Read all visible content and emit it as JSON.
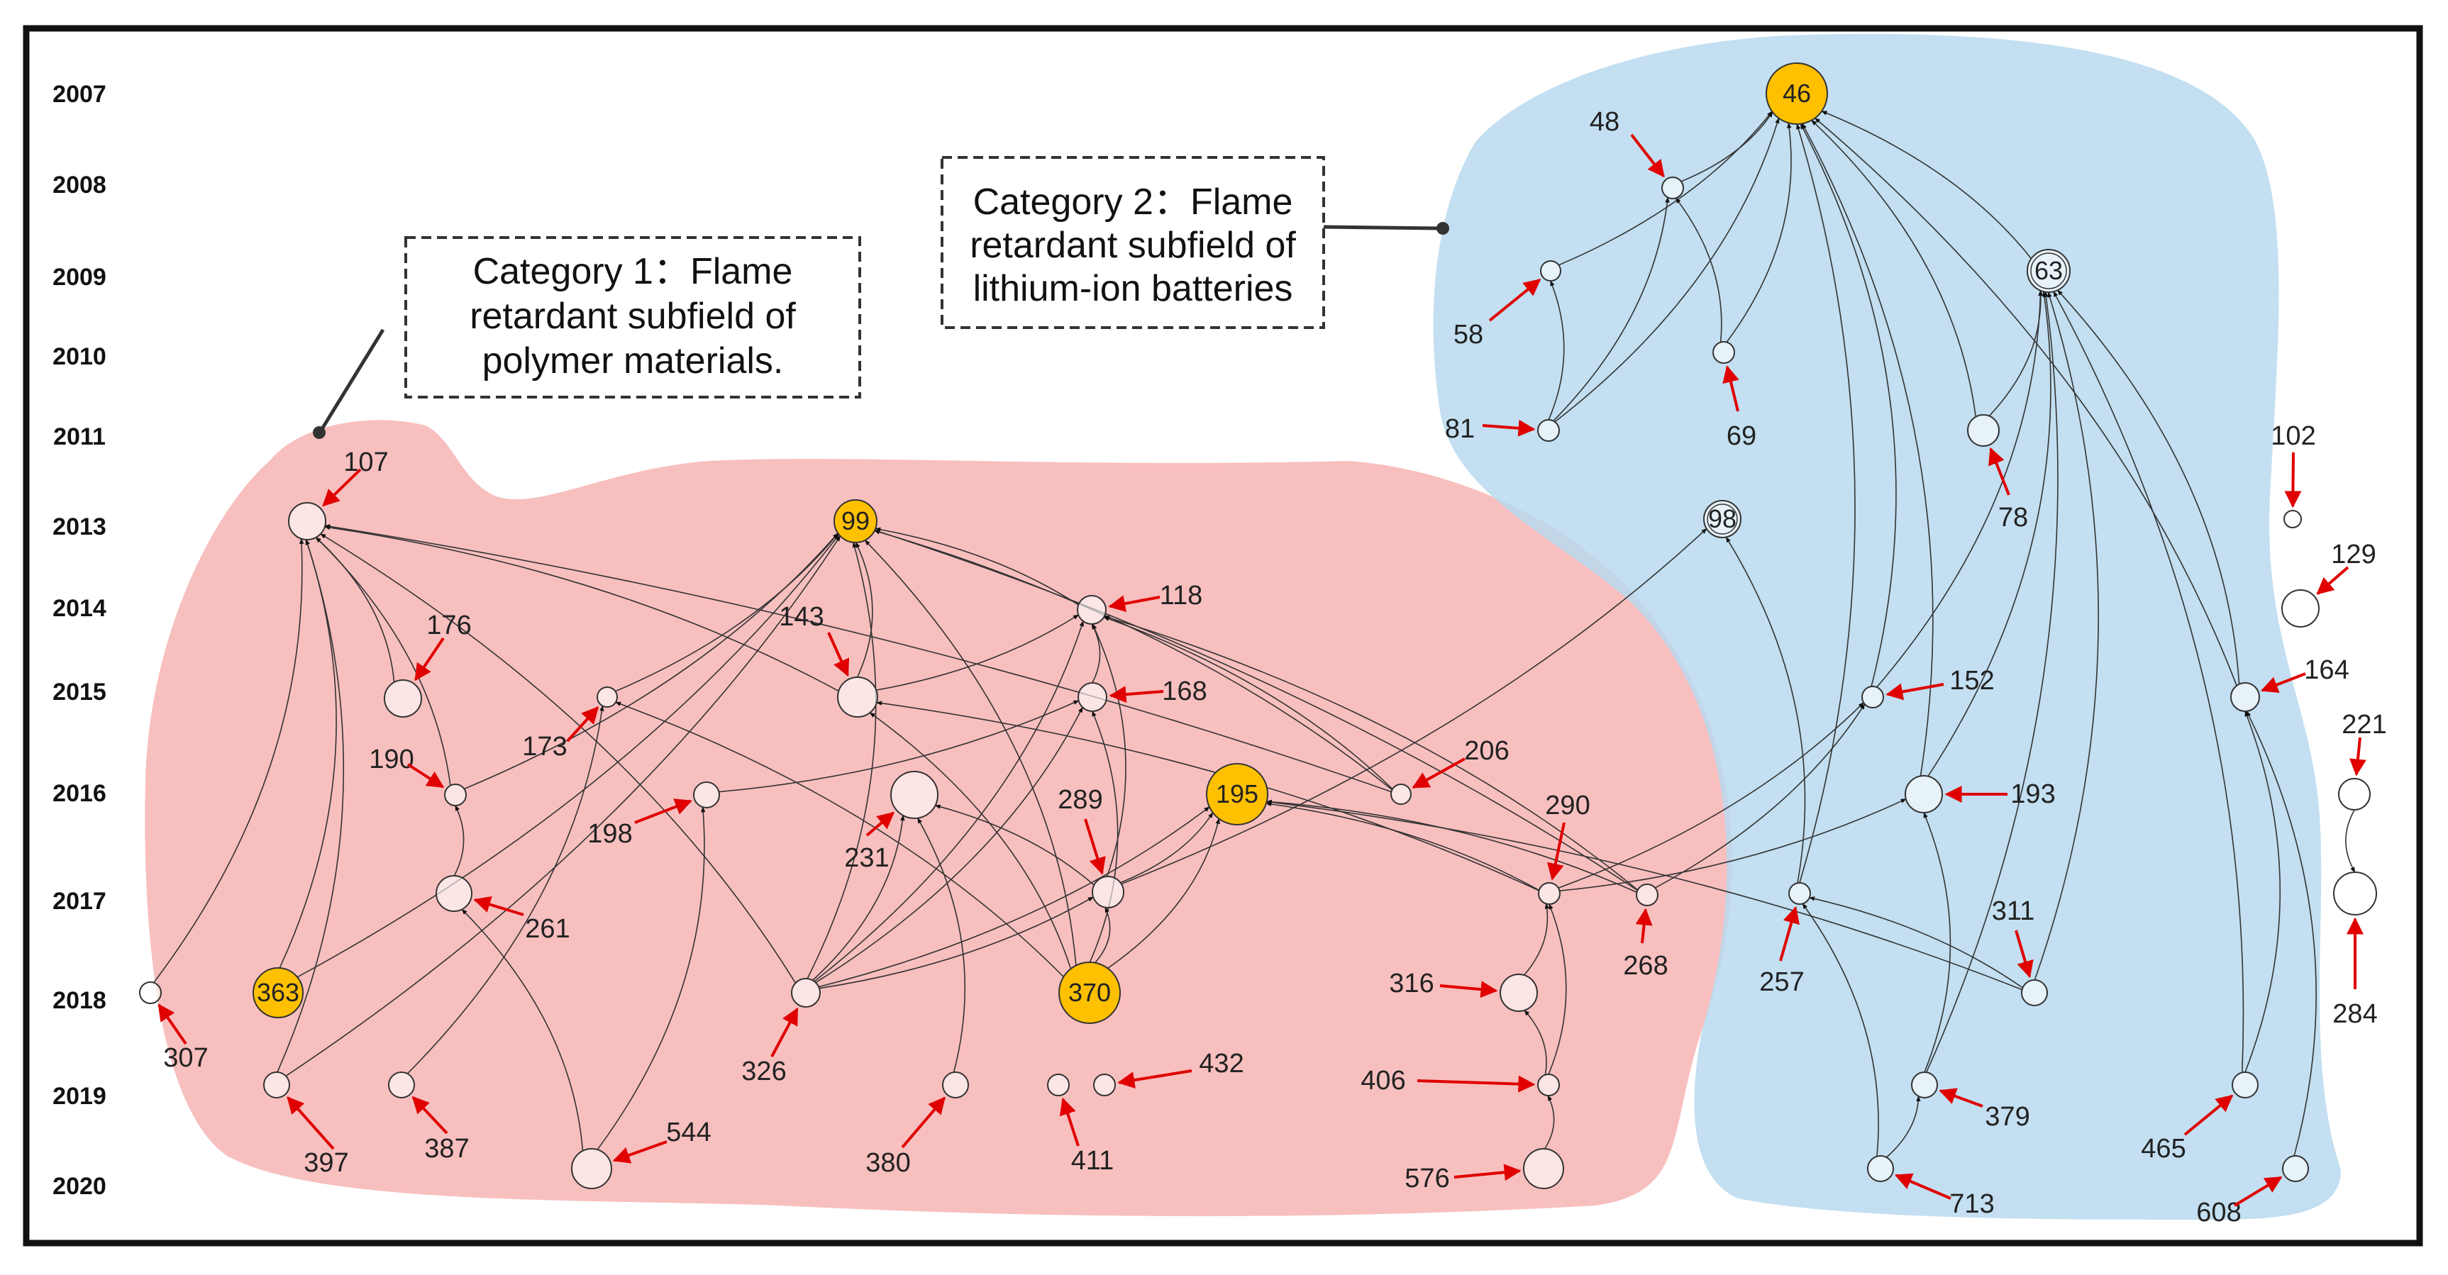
{
  "categories": [
    {
      "id": "cat1",
      "lines": [
        "Category 1：Flame",
        "retardant subfield of",
        "polymer materials."
      ],
      "color": "#f5a9aa"
    },
    {
      "id": "cat2",
      "lines": [
        "Category 2：Flame",
        "retardant subfield of",
        "lithium-ion batteries"
      ],
      "color": "#b9d9ef"
    }
  ],
  "years": [
    "2007",
    "2008",
    "2009",
    "2010",
    "2011",
    "2013",
    "2014",
    "2015",
    "2016",
    "2017",
    "2018",
    "2019",
    "2020"
  ],
  "highlight_color": "#ffc000",
  "arrow_color": "#e00000",
  "nodes": [
    {
      "id": "46",
      "highlight": true
    },
    {
      "id": "48"
    },
    {
      "id": "58"
    },
    {
      "id": "63",
      "inner_label": true
    },
    {
      "id": "69"
    },
    {
      "id": "78"
    },
    {
      "id": "81"
    },
    {
      "id": "98",
      "inner_label": true
    },
    {
      "id": "99",
      "highlight": true
    },
    {
      "id": "102"
    },
    {
      "id": "107"
    },
    {
      "id": "118"
    },
    {
      "id": "129"
    },
    {
      "id": "143"
    },
    {
      "id": "152"
    },
    {
      "id": "164"
    },
    {
      "id": "168"
    },
    {
      "id": "173"
    },
    {
      "id": "176"
    },
    {
      "id": "190"
    },
    {
      "id": "193"
    },
    {
      "id": "195",
      "highlight": true
    },
    {
      "id": "198"
    },
    {
      "id": "206"
    },
    {
      "id": "221"
    },
    {
      "id": "231"
    },
    {
      "id": "257"
    },
    {
      "id": "261"
    },
    {
      "id": "268"
    },
    {
      "id": "284"
    },
    {
      "id": "289"
    },
    {
      "id": "290"
    },
    {
      "id": "307"
    },
    {
      "id": "311"
    },
    {
      "id": "316"
    },
    {
      "id": "326"
    },
    {
      "id": "363",
      "highlight": true
    },
    {
      "id": "370",
      "highlight": true
    },
    {
      "id": "379"
    },
    {
      "id": "380"
    },
    {
      "id": "387"
    },
    {
      "id": "397"
    },
    {
      "id": "406"
    },
    {
      "id": "411"
    },
    {
      "id": "432"
    },
    {
      "id": "465"
    },
    {
      "id": "544"
    },
    {
      "id": "576"
    },
    {
      "id": "608"
    },
    {
      "id": "713"
    }
  ],
  "edges": [
    [
      "48",
      "46"
    ],
    [
      "58",
      "46"
    ],
    [
      "69",
      "46"
    ],
    [
      "81",
      "46"
    ],
    [
      "81",
      "58"
    ],
    [
      "69",
      "48"
    ],
    [
      "78",
      "46"
    ],
    [
      "152",
      "46"
    ],
    [
      "257",
      "46"
    ],
    [
      "63",
      "46"
    ],
    [
      "164",
      "46"
    ],
    [
      "193",
      "46"
    ],
    [
      "81",
      "48"
    ],
    [
      "78",
      "63"
    ],
    [
      "152",
      "63"
    ],
    [
      "193",
      "63"
    ],
    [
      "311",
      "63"
    ],
    [
      "379",
      "63"
    ],
    [
      "465",
      "63"
    ],
    [
      "164",
      "63"
    ],
    [
      "257",
      "98"
    ],
    [
      "289",
      "98"
    ],
    [
      "608",
      "164"
    ],
    [
      "465",
      "164"
    ],
    [
      "379",
      "193"
    ],
    [
      "713",
      "257"
    ],
    [
      "311",
      "257"
    ],
    [
      "713",
      "379"
    ],
    [
      "221",
      "284"
    ],
    [
      "307",
      "107"
    ],
    [
      "397",
      "107"
    ],
    [
      "363",
      "107"
    ],
    [
      "176",
      "107"
    ],
    [
      "190",
      "107"
    ],
    [
      "326",
      "107"
    ],
    [
      "206",
      "107"
    ],
    [
      "143",
      "107"
    ],
    [
      "143",
      "99"
    ],
    [
      "118",
      "99"
    ],
    [
      "173",
      "99"
    ],
    [
      "190",
      "99"
    ],
    [
      "363",
      "99"
    ],
    [
      "397",
      "99"
    ],
    [
      "326",
      "99"
    ],
    [
      "206",
      "99"
    ],
    [
      "268",
      "99"
    ],
    [
      "370",
      "99"
    ],
    [
      "143",
      "118"
    ],
    [
      "168",
      "118"
    ],
    [
      "289",
      "118"
    ],
    [
      "326",
      "118"
    ],
    [
      "268",
      "118"
    ],
    [
      "326",
      "168"
    ],
    [
      "370",
      "168"
    ],
    [
      "198",
      "168"
    ],
    [
      "387",
      "173"
    ],
    [
      "261",
      "190"
    ],
    [
      "544",
      "261"
    ],
    [
      "544",
      "198"
    ],
    [
      "326",
      "231"
    ],
    [
      "380",
      "231"
    ],
    [
      "289",
      "231"
    ],
    [
      "326",
      "289"
    ],
    [
      "370",
      "289"
    ],
    [
      "370",
      "195"
    ],
    [
      "290",
      "195"
    ],
    [
      "289",
      "195"
    ],
    [
      "326",
      "195"
    ],
    [
      "268",
      "195"
    ],
    [
      "311",
      "195"
    ],
    [
      "290",
      "143"
    ],
    [
      "316",
      "290"
    ],
    [
      "406",
      "290"
    ],
    [
      "576",
      "406"
    ],
    [
      "406",
      "316"
    ],
    [
      "268",
      "152"
    ],
    [
      "290",
      "152"
    ],
    [
      "290",
      "193"
    ],
    [
      "370",
      "143"
    ],
    [
      "370",
      "173"
    ],
    [
      "206",
      "118"
    ]
  ],
  "extra_labels": [
    "Category 1：Flame"
  ]
}
